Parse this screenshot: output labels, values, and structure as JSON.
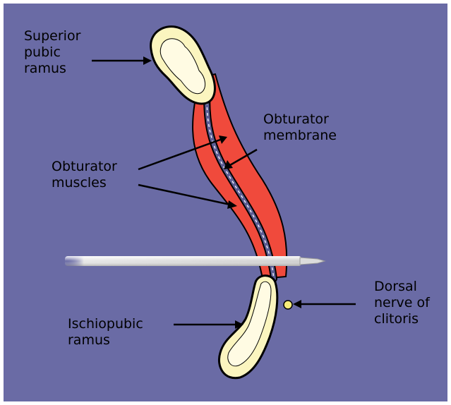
{
  "colors": {
    "background": "#6a6ba5",
    "bone_fill": "#fbf5bf",
    "bone_marrow": "#fffbe3",
    "muscle": "#f04a3c",
    "membrane": "#5c5d93",
    "outline": "#000000",
    "needle": "#d8d8d8"
  },
  "labels": {
    "superior_pubic_ramus": "Superior\npubic\nramus",
    "obturator_membrane": "Obturator\nmembrane",
    "obturator_muscles": "Obturator\nmuscles",
    "ischiopubic_ramus": "Ischiopubic\nramus",
    "dorsal_nerve": "Dorsal\nnerve of\nclitoris"
  }
}
